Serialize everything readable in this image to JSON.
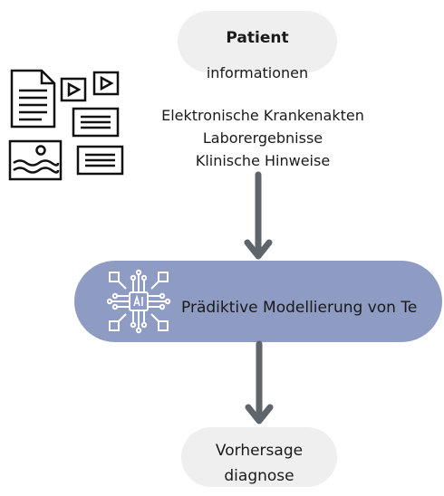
{
  "nodes": {
    "patient": {
      "line1": "Patient",
      "line2": "informationen"
    },
    "sources": [
      "Elektronische Krankenakten",
      "Laborergebnisse",
      "Klinische Hinweise"
    ],
    "model": {
      "label": "Prädiktive Modellierung von Te"
    },
    "diagnosis": {
      "line1": "Vorhersage",
      "line2": "diagnose"
    }
  },
  "icons": {
    "documents": "documents-cluster-icon",
    "ai": "ai-chip-icon"
  },
  "colors": {
    "pill_gray": "#efefef",
    "model_blue": "#8e9cc4",
    "arrow": "#5e666b"
  }
}
